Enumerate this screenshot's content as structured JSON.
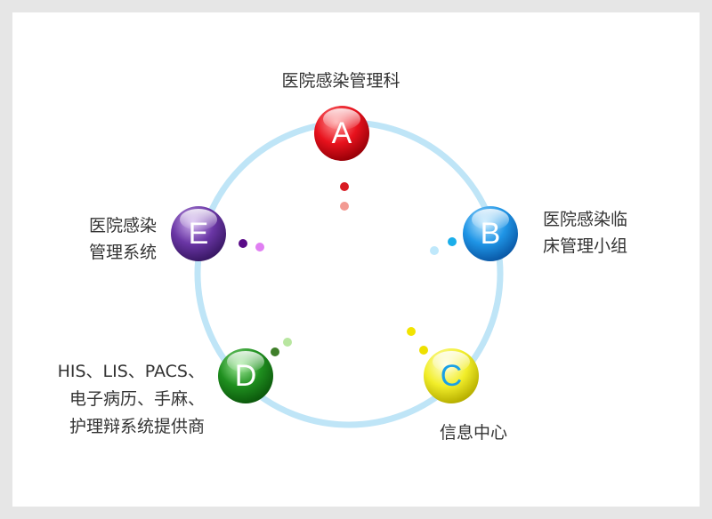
{
  "nodes": [
    {
      "letter": "A",
      "color": "#e8121d",
      "light": "#ff8a8a",
      "lines": [
        "医院感染管理科"
      ]
    },
    {
      "letter": "B",
      "color": "#1f95e6",
      "light": "#8fd3ff",
      "lines": [
        "医院感染临",
        "床管理小组"
      ]
    },
    {
      "letter": "C",
      "color": "#e6e21a",
      "light": "#fdfd9a",
      "lines": [
        "信息中心"
      ]
    },
    {
      "letter": "D",
      "color": "#1f8f1f",
      "light": "#8fe08f",
      "lines": [
        "HIS、LIS、PACS、",
        "电子病历、手麻、",
        "护理辩系统提供商"
      ]
    },
    {
      "letter": "E",
      "color": "#5e2f95",
      "light": "#b48ad8",
      "lines": [
        "医院感染",
        "管理系统"
      ]
    }
  ],
  "colors": {
    "ring": "#bfe5f7",
    "text": "#333333",
    "c_letter": "#1aa0e6"
  }
}
